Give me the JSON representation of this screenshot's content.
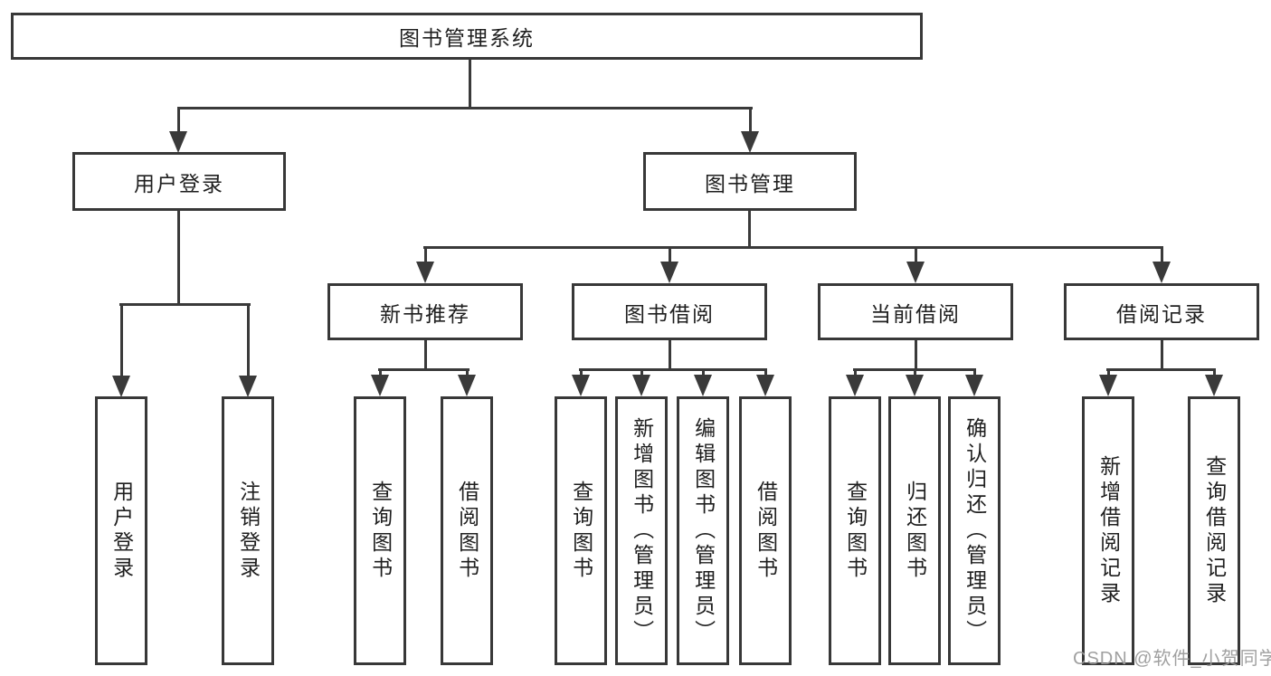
{
  "colors": {
    "line": "#3a3a3a",
    "box_border": "#383838",
    "text": "#1f1f1f",
    "background": "#ffffff",
    "watermark_gray": "#9b9b9b"
  },
  "tree": {
    "label": "图书管理系统",
    "children": [
      {
        "label": "用户登录",
        "children": [
          {
            "label": "用户登录"
          },
          {
            "label": "注销登录"
          }
        ]
      },
      {
        "label": "图书管理",
        "children": [
          {
            "label": "新书推荐",
            "children": [
              {
                "label": "查询图书"
              },
              {
                "label": "借阅图书"
              }
            ]
          },
          {
            "label": "图书借阅",
            "children": [
              {
                "label": "查询图书"
              },
              {
                "label": "新增图书（管理员）"
              },
              {
                "label": "编辑图书（管理员）"
              },
              {
                "label": "借阅图书"
              }
            ]
          },
          {
            "label": "当前借阅",
            "children": [
              {
                "label": "查询图书"
              },
              {
                "label": "归还图书"
              },
              {
                "label": "确认归还（管理员）"
              }
            ]
          },
          {
            "label": "借阅记录",
            "children": [
              {
                "label": "新增借阅记录"
              },
              {
                "label": "查询借阅记录"
              }
            ]
          }
        ]
      }
    ]
  },
  "watermark": {
    "text": "CSDN @软件_小贺同学"
  }
}
